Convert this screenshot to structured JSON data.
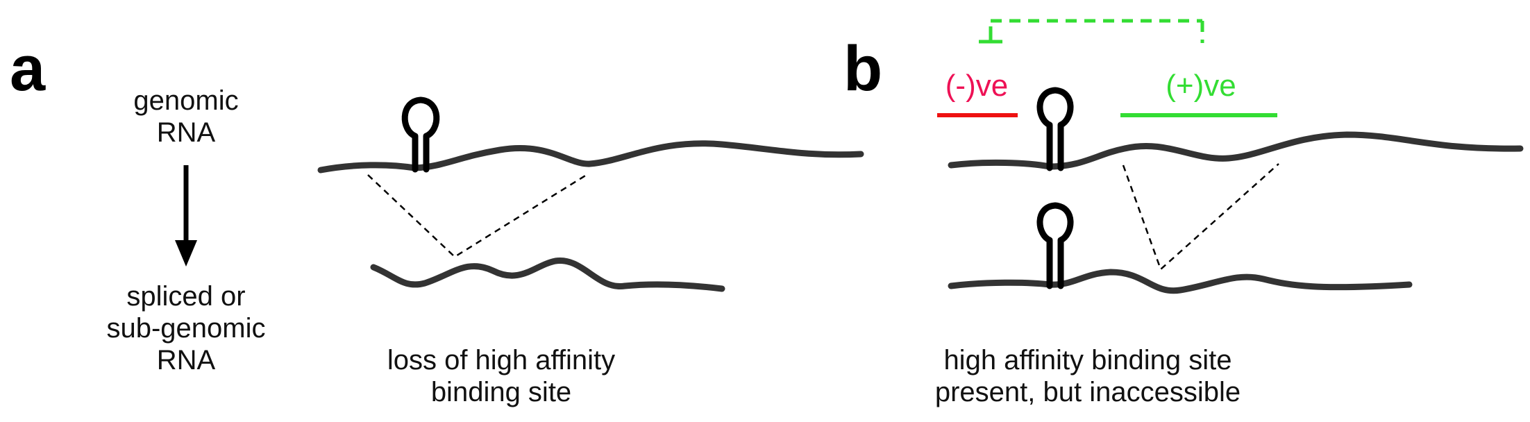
{
  "panel_a": {
    "letter": "a",
    "genomic_label": [
      "genomic",
      "RNA"
    ],
    "spliced_label": [
      "spliced or",
      "sub-genomic",
      "RNA"
    ],
    "caption": [
      "loss of high affinity",
      "binding site"
    ]
  },
  "panel_b": {
    "letter": "b",
    "negative_label": "(-)ve",
    "positive_label": "(+)ve",
    "caption": [
      "high affinity binding site",
      "present, but inaccessible"
    ]
  },
  "colors": {
    "negative": "#ee1155",
    "negative_bar": "#ee1111",
    "positive": "#33dd33",
    "rna": "#333333"
  }
}
